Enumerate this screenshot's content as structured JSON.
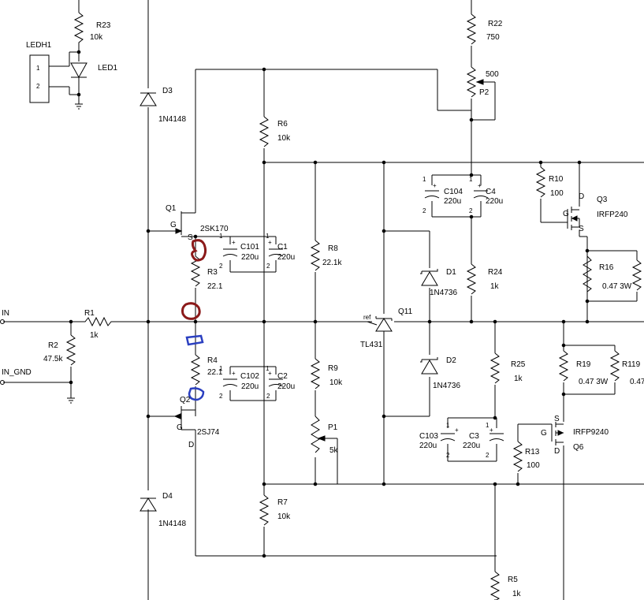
{
  "labels": {
    "R23": "R23",
    "R23v": "10k",
    "LEDH1": "LEDH1",
    "LEDH1p1": "1",
    "LEDH1p2": "2",
    "LED1": "LED1",
    "D3": "D3",
    "D3v": "1N4148",
    "D4": "D4",
    "D4v": "1N4148",
    "R22": "R22",
    "R22v": "750",
    "P2": "P2",
    "P2v": "500",
    "R6": "R6",
    "R6v": "10k",
    "Q1": "Q1",
    "Q1v": "2SK170",
    "Q1G": "G",
    "Q1S": "S",
    "Q2": "Q2",
    "Q2v": "2SJ74",
    "Q2G": "G",
    "Q2D": "D",
    "C101": "C101",
    "C101v": "220u",
    "C1": "C1",
    "C1v": "220u",
    "C102": "C102",
    "C102v": "220u",
    "C2": "C2",
    "C2v": "220u",
    "R3": "R3",
    "R3v": "22.1",
    "R4": "R4",
    "R4v": "22.1",
    "IN": "IN",
    "IN_GND": "IN_GND",
    "R1": "R1",
    "R1v": "1k",
    "R2": "R2",
    "R2v": "47.5k",
    "R8": "R8",
    "R8v": "22.1k",
    "R9": "R9",
    "R9v": "10k",
    "P1": "P1",
    "P1v": "5k",
    "R7": "R7",
    "R7v": "10k",
    "Q11": "Q11",
    "Q11v": "TL431",
    "ref": "ref",
    "D1": "D1",
    "D1v": "1N4736",
    "D2": "D2",
    "D2v": "1N4736",
    "C104": "C104",
    "C104v": "220u",
    "C4": "C4",
    "C4v": "220u",
    "C103": "C103",
    "C103v": "220u",
    "C3": "C3",
    "C3v": "220u",
    "R24": "R24",
    "R24v": "1k",
    "R25": "R25",
    "R25v": "1k",
    "R5": "R5",
    "R5v": "1k",
    "R10": "R10",
    "R10v": "100",
    "Q3": "Q3",
    "Q3v": "IRFP240",
    "Q3G": "G",
    "Q3D": "D",
    "Q3S": "S",
    "R16": "R16",
    "R16v": "0.47 3W",
    "R19": "R19",
    "R19v": "0.47 3W",
    "R119": "R119",
    "R119v": "0.47",
    "Q6": "Q6",
    "Q6v": "IRFP9240",
    "Q6G": "G",
    "Q6S": "S",
    "Q6D": "D",
    "R13": "R13",
    "R13v": "100",
    "plus": "+",
    "pin1": "1",
    "pin2": "2"
  },
  "annotations": {
    "red_marks": 2,
    "blue_marks": 2,
    "colors": {
      "red": "#8b1a1a",
      "blue": "#2a3fc0"
    }
  }
}
